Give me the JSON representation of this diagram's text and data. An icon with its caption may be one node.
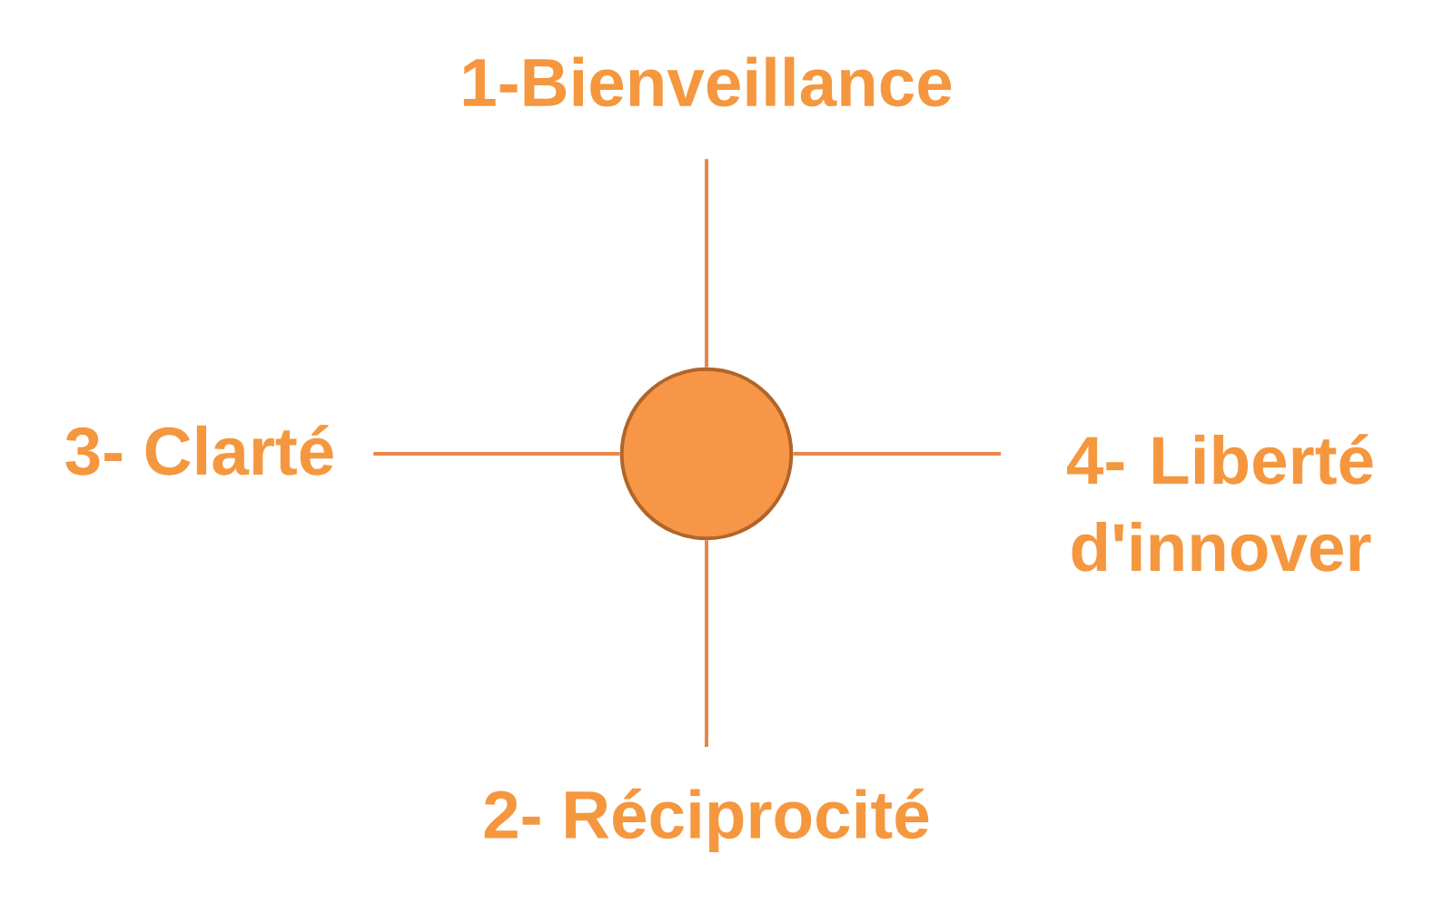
{
  "diagram": {
    "nodes": [
      {
        "text": [],
        "shape": "circle"
      },
      {
        "text": [
          "1-Bienveillance"
        ]
      },
      {
        "text": [
          "2- Réciprocité"
        ]
      },
      {
        "text": [
          "3- Clarté"
        ]
      },
      {
        "text": [
          "4- Liberté d'innover"
        ]
      }
    ],
    "edges": [
      {
        "from": 0,
        "to": 1,
        "arrow": "none"
      },
      {
        "from": 0,
        "to": 2,
        "arrow": "none"
      },
      {
        "from": 0,
        "to": 3,
        "arrow": "none"
      },
      {
        "from": 0,
        "to": 4,
        "arrow": "none"
      }
    ]
  }
}
